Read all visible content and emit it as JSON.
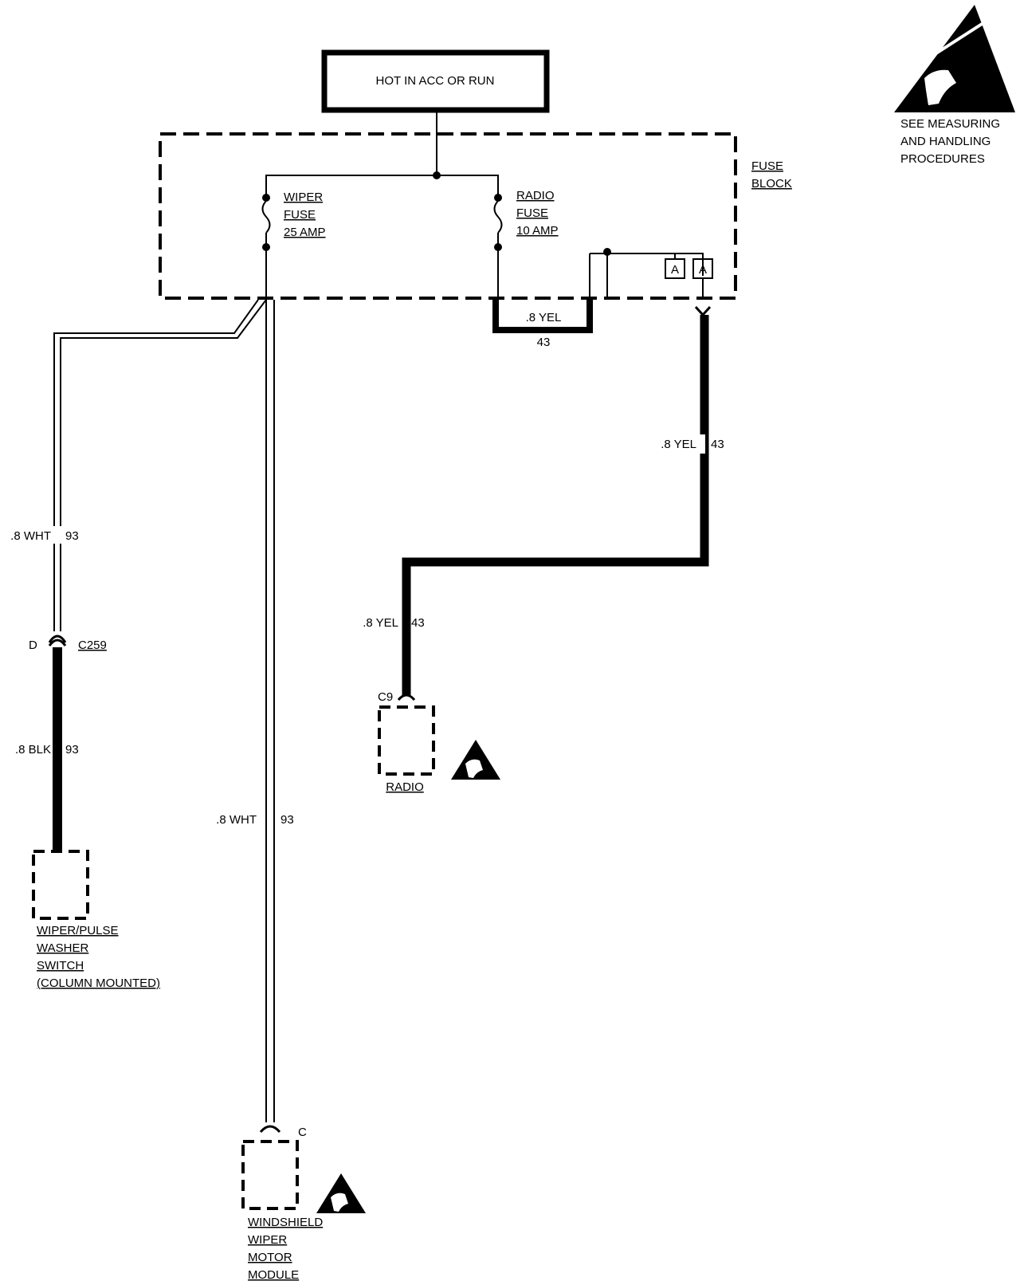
{
  "power": {
    "label": "HOT IN ACC OR RUN"
  },
  "fuse_block": {
    "label_line1": "FUSE",
    "label_line2": "BLOCK"
  },
  "wiper_fuse": {
    "line1": "WIPER",
    "line2": "FUSE",
    "line3": "25 AMP"
  },
  "radio_fuse": {
    "line1": "RADIO",
    "line2": "FUSE",
    "line3": "10 AMP"
  },
  "connector_a": {
    "label1": "A",
    "label2": "A"
  },
  "jumper": {
    "wire": ".8 YEL",
    "circuit": "43"
  },
  "wires": {
    "yel_upper": {
      "color": ".8 YEL",
      "circuit": "43"
    },
    "yel_lower": {
      "color": ".8 YEL",
      "circuit": "43"
    },
    "wht_left": {
      "color": ".8 WHT",
      "circuit": "93"
    },
    "blk_left": {
      "color": ".8 BLK",
      "circuit": "93"
    },
    "wht_center": {
      "color": ".8 WHT",
      "circuit": "93"
    }
  },
  "connectors": {
    "c259_pin": "D",
    "c259": "C259",
    "c9": "C9",
    "motor_pin": "C"
  },
  "components": {
    "radio": "RADIO",
    "switch": [
      "WIPER/PULSE",
      "WASHER",
      "SWITCH",
      "(COLUMN MOUNTED)"
    ],
    "motor": [
      "WINDSHIELD",
      "WIPER",
      "MOTOR",
      "MODULE"
    ]
  },
  "esd_note": [
    "SEE MEASURING",
    "AND HANDLING",
    "PROCEDURES"
  ]
}
